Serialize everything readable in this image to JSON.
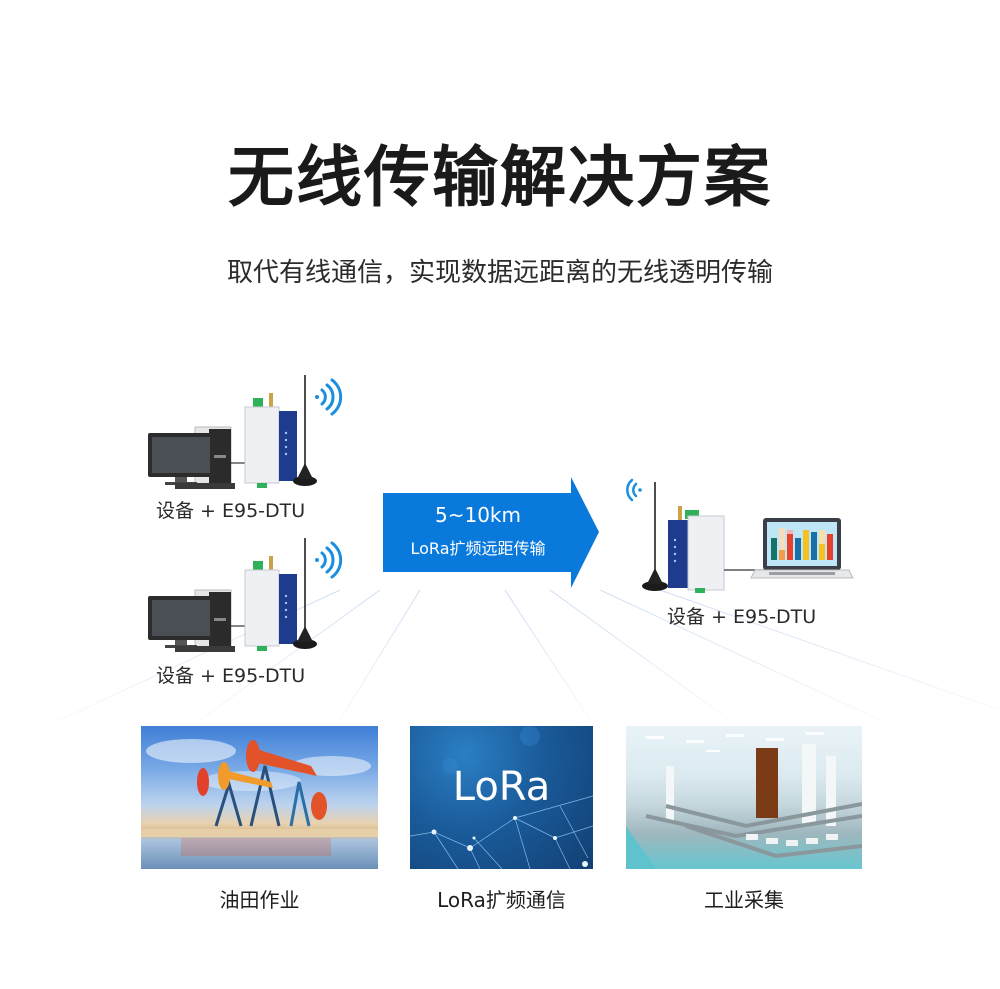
{
  "header": {
    "title": "无线传输解决方案",
    "subtitle": "取代有线通信，实现数据远距离的无线透明传输"
  },
  "diagram": {
    "nodes": [
      {
        "label": "设备 + E95-DTU",
        "device": "desktop-computer",
        "position": "left-top"
      },
      {
        "label": "设备 + E95-DTU",
        "device": "desktop-computer",
        "position": "left-bottom"
      },
      {
        "label": "设备 + E95-DTU",
        "device": "laptop",
        "position": "right"
      }
    ],
    "arrow": {
      "distance": "5~10km",
      "caption": "LoRa扩频远距传输",
      "color": "#0a79dc"
    },
    "icons": {
      "signal": "wifi-signal-icon",
      "dtu": "dtu-module-icon",
      "antenna": "antenna-icon"
    }
  },
  "applications": [
    {
      "label": "油田作业",
      "image": "oil-field-pumpjacks"
    },
    {
      "label": "LoRa扩频通信",
      "image": "lora-network",
      "overlay_text": "LoRa"
    },
    {
      "label": "工业采集",
      "image": "factory-production-line"
    }
  ],
  "colors": {
    "accent_blue": "#0a79dc",
    "signal_blue": "#1a8fe0",
    "title_text": "#1a1a1a"
  }
}
